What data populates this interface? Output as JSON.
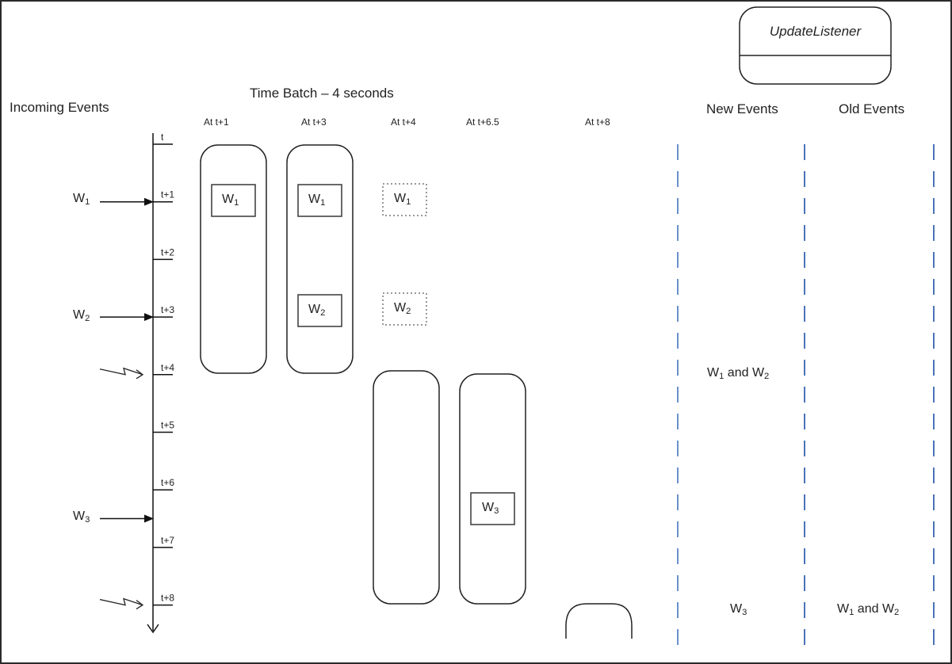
{
  "title": "Time Batch – 4 seconds",
  "incoming_label": "Incoming Events",
  "listener": {
    "name": "UpdateListener",
    "new_events_label": "New Events",
    "old_events_label": "Old Events"
  },
  "timeline": {
    "ticks": [
      "t",
      "t+1",
      "t+2",
      "t+3",
      "t+4",
      "t+5",
      "t+6",
      "t+7",
      "t+8"
    ],
    "arrivals": [
      {
        "event": "W",
        "sub": "1",
        "at": "t+1"
      },
      {
        "event": "W",
        "sub": "2",
        "at": "t+3"
      },
      {
        "event": "W",
        "sub": "3",
        "at": "t+6.5"
      }
    ],
    "triggers": [
      "t+4",
      "t+8"
    ]
  },
  "snapshots": [
    {
      "label": "At t+1",
      "events": [
        {
          "name": "W",
          "sub": "1",
          "style": "solid"
        }
      ]
    },
    {
      "label": "At t+3",
      "events": [
        {
          "name": "W",
          "sub": "1",
          "style": "solid"
        },
        {
          "name": "W",
          "sub": "2",
          "style": "solid"
        }
      ]
    },
    {
      "label": "At t+4",
      "events": [
        {
          "name": "W",
          "sub": "1",
          "style": "dotted"
        },
        {
          "name": "W",
          "sub": "2",
          "style": "dotted"
        }
      ]
    },
    {
      "label": "At t+6.5",
      "events": [
        {
          "name": "W",
          "sub": "3",
          "style": "solid"
        }
      ]
    },
    {
      "label": "At t+8",
      "events": []
    }
  ],
  "outputs": [
    {
      "at": "t+4",
      "new": {
        "w1": "W",
        "s1": "1",
        "and": " and ",
        "w2": "W",
        "s2": "2"
      },
      "old": ""
    },
    {
      "at": "t+8",
      "new": {
        "w1": "W",
        "s1": "3"
      },
      "old": {
        "w1": "W",
        "s1": "1",
        "and": " and ",
        "w2": "W",
        "s2": "2"
      }
    }
  ]
}
